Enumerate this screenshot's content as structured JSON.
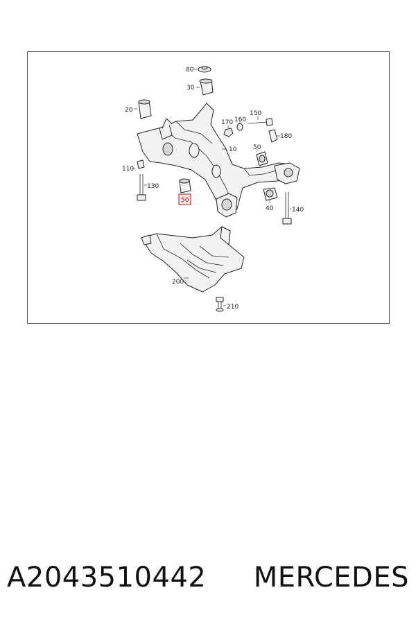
{
  "diagram": {
    "callouts": {
      "c80": "80",
      "c30": "30",
      "c20": "20",
      "c170": "170",
      "c160": "160",
      "c150": "150",
      "c180": "180",
      "c10": "10",
      "c50a": "50",
      "c110": "110",
      "c130": "130",
      "c50b": "50",
      "c40": "40",
      "c140": "140",
      "c200": "200",
      "c210": "210"
    },
    "highlight_color": "#d03030"
  },
  "caption": {
    "part_number": "A2043510442",
    "brand": "MERCEDES"
  }
}
